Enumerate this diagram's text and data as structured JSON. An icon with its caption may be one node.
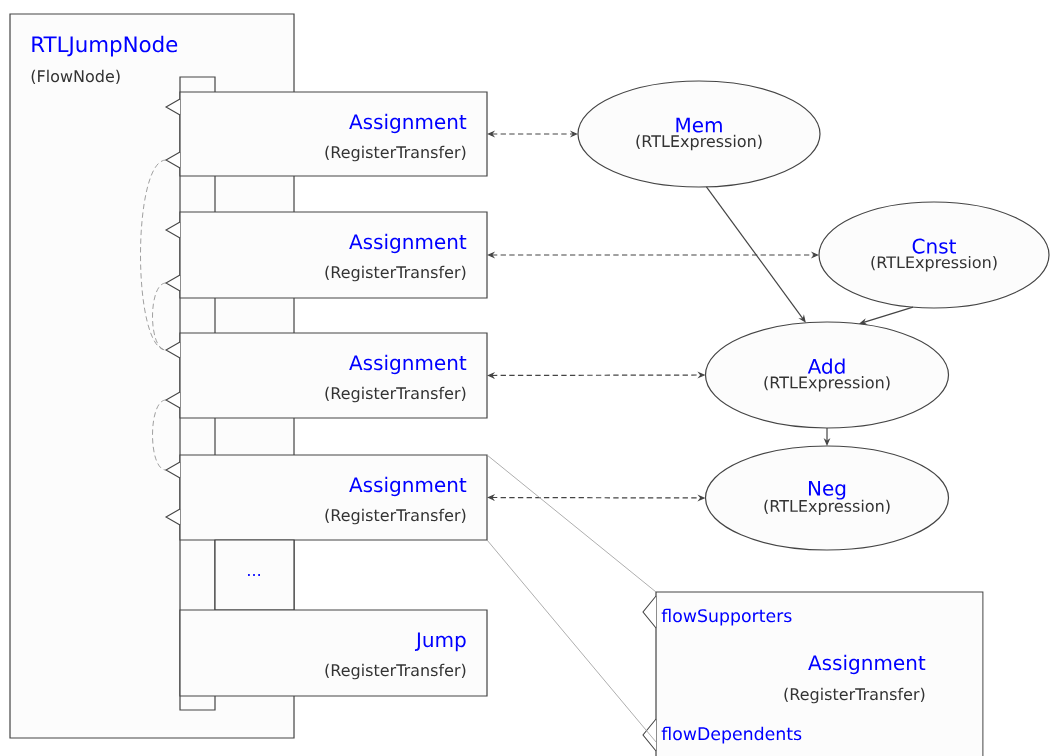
{
  "diagram": {
    "nodes": [
      {
        "text": [
          "RTLJumpNode",
          "(FlowNode)"
        ]
      },
      {
        "text": [
          "Assignment",
          "(RegisterTransfer)"
        ]
      },
      {
        "text": [
          "Assignment",
          "(RegisterTransfer)"
        ]
      },
      {
        "text": [
          "Assignment",
          "(RegisterTransfer)"
        ]
      },
      {
        "text": [
          "Assignment",
          "(RegisterTransfer)"
        ]
      },
      {
        "text": [
          "..."
        ],
        "in": 0
      },
      {
        "text": [
          "Jump",
          "(RegisterTransfer)"
        ]
      },
      {
        "text": [
          "Mem",
          "(RTLExpression)"
        ]
      },
      {
        "text": [
          "Cnst",
          "(RTLExpression)"
        ]
      },
      {
        "text": [
          "Add",
          "(RTLExpression)"
        ]
      },
      {
        "text": [
          "Neg",
          "(RTLExpression)"
        ]
      },
      {
        "text": [
          "flowSupporters",
          "Assignment",
          "(RegisterTransfer)",
          "flowDependents"
        ]
      }
    ],
    "edges": [
      {
        "from": 1,
        "to": 7,
        "arrow": "both",
        "style": "dashed"
      },
      {
        "from": 2,
        "to": 8,
        "arrow": "both",
        "style": "dashed"
      },
      {
        "from": 3,
        "to": 9,
        "arrow": "both",
        "style": "dashed"
      },
      {
        "from": 4,
        "to": 10,
        "arrow": "both",
        "style": "dashed"
      },
      {
        "from": 7,
        "to": 9,
        "arrow": "to"
      },
      {
        "from": 8,
        "to": 9,
        "arrow": "to"
      },
      {
        "from": 9,
        "to": 10,
        "arrow": "to"
      },
      {
        "from": 1,
        "to": 3,
        "arrow": "none",
        "style": "dashed",
        "color": "#888888"
      },
      {
        "from": 2,
        "to": 3,
        "arrow": "none",
        "style": "dashed",
        "color": "#888888"
      },
      {
        "from": 3,
        "to": 4,
        "arrow": "none",
        "style": "dashed",
        "color": "#888888"
      },
      {
        "from": 4,
        "to": 11,
        "arrow": "none",
        "color": "#999999"
      },
      {
        "from": 4,
        "to": 11,
        "arrow": "none",
        "color": "#999999"
      }
    ]
  }
}
